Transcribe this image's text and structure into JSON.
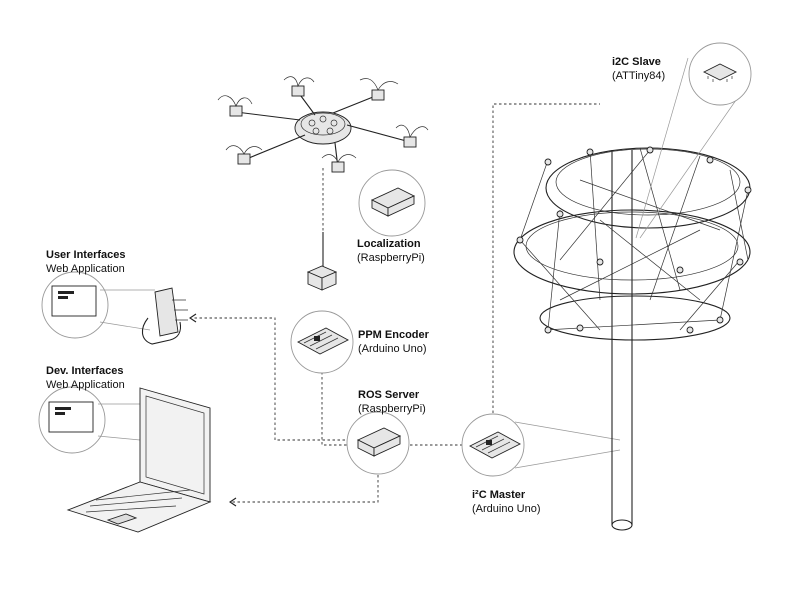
{
  "labels": {
    "i2c_slave": {
      "title": "i2C Slave",
      "subtitle": "(ATTiny84)"
    },
    "localization": {
      "title": "Localization",
      "subtitle": "(RaspberryPi)"
    },
    "user_interfaces": {
      "title": "User Interfaces",
      "subtitle": "Web Application"
    },
    "ppm_encoder": {
      "title": "PPM Encoder",
      "subtitle": "(Arduino Uno)"
    },
    "dev_interfaces": {
      "title": "Dev. Interfaces",
      "subtitle": "Web Application"
    },
    "ros_server": {
      "title": "ROS Server",
      "subtitle": "(RaspberryPi)"
    },
    "i2c_master": {
      "title": "i²C Master",
      "subtitle": "(Arduino Uno)"
    }
  },
  "icons": [
    "hexacopter-drone",
    "raspberry-pi-board",
    "radio-transmitter",
    "arduino-board",
    "smartphone-hand",
    "laptop",
    "web-app-window",
    "sculpture-structure",
    "attiny-chip"
  ]
}
